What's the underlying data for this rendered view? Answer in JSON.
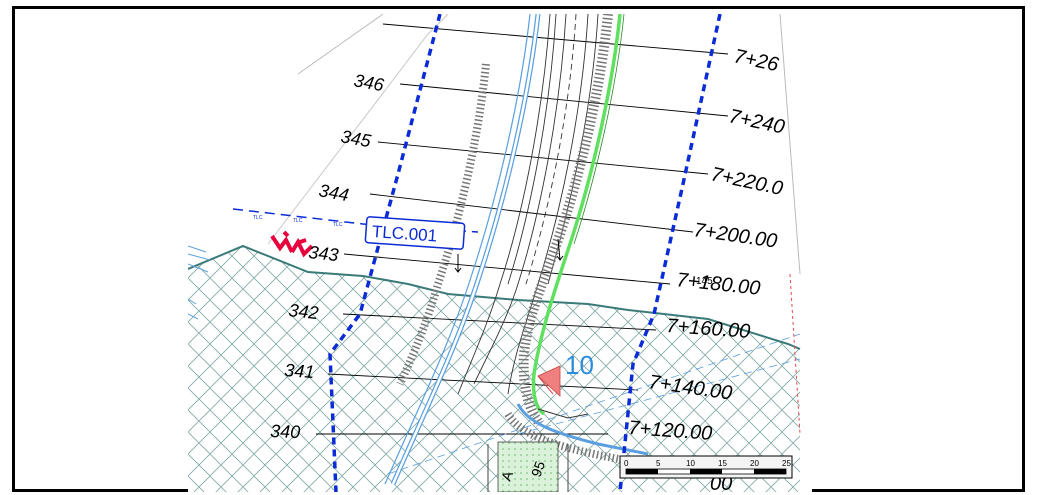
{
  "drawing": {
    "left_labels": [
      "346",
      "345",
      "344",
      "343",
      "342",
      "341",
      "340"
    ],
    "right_labels": [
      "7+26",
      "7+240",
      "7+220.0",
      "7+200.00",
      "7+180.00",
      "7+160.00",
      "7+140.00",
      "7+120.00",
      "00"
    ],
    "tag_label": "TLC.001",
    "point_number": "10",
    "small_number": "145",
    "small_tlc": [
      "TLC",
      "TLC",
      "TLC"
    ],
    "rotated_text": [
      "A",
      "95"
    ],
    "scale_bar_ticks": [
      "0",
      "5",
      "10",
      "15",
      "20",
      "25"
    ],
    "colors": {
      "property_line": "#0b2bd6",
      "road_edge": "#5a9fe0",
      "green_curb": "#5fe05f",
      "terrain_line": "#3a7a78",
      "hatch": "#7fa9a5",
      "warning_red": "#e8003d",
      "marker_fill": "#f07f7f"
    }
  }
}
